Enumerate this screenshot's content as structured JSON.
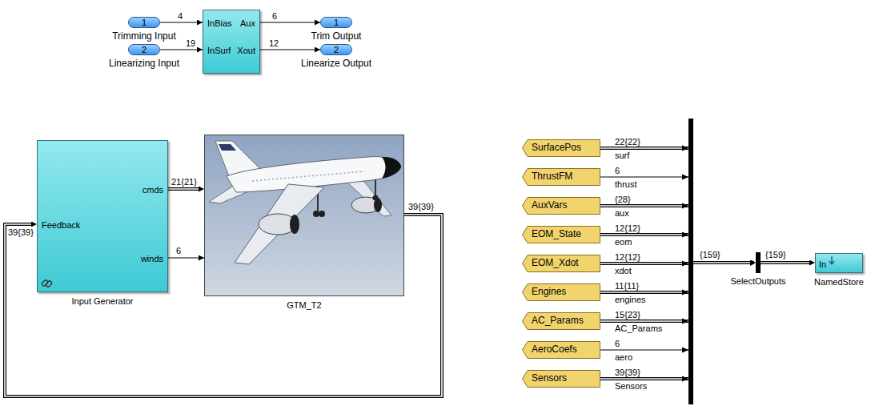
{
  "diagram": {
    "nodes": [
      {
        "text": [
          "1",
          "Trimming Input"
        ]
      },
      {
        "text": [
          "2",
          "Linearizing Input"
        ]
      },
      {
        "text": [
          "InBias",
          "InSurf",
          "Aux",
          "Xout"
        ]
      },
      {
        "text": [
          "1",
          "Trim Output"
        ]
      },
      {
        "text": [
          "2",
          "Linearize Output"
        ]
      },
      {
        "text": [
          "Feedback",
          "cmds",
          "winds",
          "Input Generator"
        ]
      },
      {
        "text": [
          "GTM_T2"
        ]
      },
      {
        "text": [
          "SurfacePos"
        ]
      },
      {
        "text": [
          "ThrustFM"
        ]
      },
      {
        "text": [
          "AuxVars"
        ]
      },
      {
        "text": [
          "EOM_State"
        ]
      },
      {
        "text": [
          "EOM_Xdot"
        ]
      },
      {
        "text": [
          "Engines"
        ]
      },
      {
        "text": [
          "AC_Params"
        ]
      },
      {
        "text": [
          "AeroCoefs"
        ]
      },
      {
        "text": [
          "Sensors"
        ]
      },
      {
        "text": [
          "SelectOutputs"
        ]
      },
      {
        "text": [
          "In",
          "NamedStore"
        ]
      }
    ],
    "edges": [
      {
        "from": 0,
        "to": 2,
        "arrow": "to",
        "label": "4"
      },
      {
        "from": 1,
        "to": 2,
        "arrow": "to",
        "label": "19"
      },
      {
        "from": 2,
        "to": 3,
        "arrow": "to",
        "label": "6"
      },
      {
        "from": 2,
        "to": 4,
        "arrow": "to",
        "label": "12"
      },
      {
        "from": 5,
        "to": 6,
        "arrow": "to",
        "label": "21{21}"
      },
      {
        "from": 5,
        "to": 6,
        "arrow": "to",
        "label": "6"
      },
      {
        "from": 6,
        "to": 5,
        "arrow": "to",
        "label": "39{39}"
      },
      {
        "from": 7,
        "to": 16,
        "arrow": "to",
        "label": "surf"
      },
      {
        "from": 8,
        "to": 16,
        "arrow": "to",
        "label": "thrust"
      },
      {
        "from": 9,
        "to": 16,
        "arrow": "to",
        "label": "aux"
      },
      {
        "from": 10,
        "to": 16,
        "arrow": "to",
        "label": "eom"
      },
      {
        "from": 11,
        "to": 16,
        "arrow": "to",
        "label": "xdot"
      },
      {
        "from": 12,
        "to": 16,
        "arrow": "to",
        "label": "engines"
      },
      {
        "from": 13,
        "to": 16,
        "arrow": "to",
        "label": "AC_Params"
      },
      {
        "from": 14,
        "to": 16,
        "arrow": "to",
        "label": "aero"
      },
      {
        "from": 15,
        "to": 16,
        "arrow": "to",
        "label": "Sensors"
      },
      {
        "from": 16,
        "to": 17,
        "arrow": "to",
        "label": "{159}"
      }
    ],
    "labels": [
      "39{39}",
      "22{22}",
      "6",
      "{28}",
      "12{12}",
      "12{12}",
      "11{11}",
      "15{23}",
      "6",
      "39{39}",
      "{159}"
    ]
  }
}
